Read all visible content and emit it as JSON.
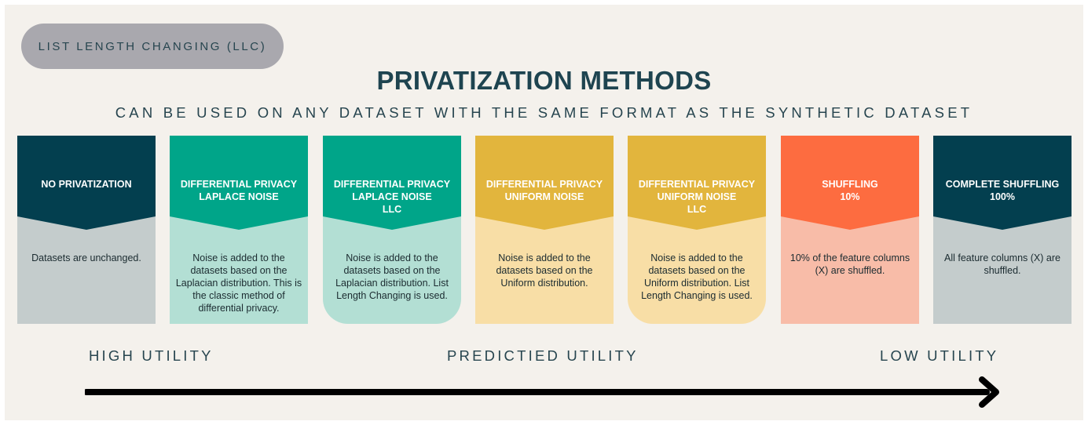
{
  "badge": "LIST LENGTH CHANGING (LLC)",
  "title": "PRIVATIZATION METHODS",
  "subtitle": "CAN BE USED ON ANY DATASET WITH THE SAME FORMAT AS THE SYNTHETIC DATASET",
  "methods": [
    {
      "head": [
        "NO PRIVATIZATION"
      ],
      "body": "Datasets are unchanged.",
      "head_color": "#033f4f",
      "body_color": "#c4cccc",
      "llc": false
    },
    {
      "head": [
        "DIFFERENTIAL PRIVACY",
        "LAPLACE NOISE"
      ],
      "body": "Noise is added to the datasets based on the Laplacian distribution. This is the classic method of differential privacy.",
      "head_color": "#00a589",
      "body_color": "#b3dfd4",
      "llc": false
    },
    {
      "head": [
        "DIFFERENTIAL PRIVACY",
        "LAPLACE NOISE",
        "LLC"
      ],
      "body": "Noise is added to the datasets based on the Laplacian distribution. List Length Changing is used.",
      "head_color": "#00a589",
      "body_color": "#b3dfd4",
      "llc": true
    },
    {
      "head": [
        "DIFFERENTIAL PRIVACY",
        "UNIFORM NOISE"
      ],
      "body": "Noise is added to the datasets based on the Uniform distribution.",
      "head_color": "#e2b53d",
      "body_color": "#f8dea6",
      "llc": false
    },
    {
      "head": [
        "DIFFERENTIAL PRIVACY",
        "UNIFORM NOISE",
        "LLC"
      ],
      "body": "Noise is added to the datasets based on the Uniform distribution. List Length Changing is used.",
      "head_color": "#e2b53d",
      "body_color": "#f8dea6",
      "llc": true
    },
    {
      "head": [
        "SHUFFLING",
        "10%"
      ],
      "body": "10% of the feature columns (X) are shuffled.",
      "head_color": "#fd6c40",
      "body_color": "#f8bca8",
      "llc": false
    },
    {
      "head": [
        "COMPLETE SHUFFLING",
        "100%"
      ],
      "body": "All feature columns (X) are shuffled.",
      "head_color": "#033f4f",
      "body_color": "#c4cccc",
      "llc": false
    }
  ],
  "utility": {
    "left": "HIGH UTILITY",
    "center": "PREDICTIED UTILITY",
    "right": "LOW UTILITY"
  },
  "colors": {
    "background": "#f4f1ec",
    "text": "#1e4450",
    "badge": "#a9a8ae",
    "arrow": "#000000"
  }
}
